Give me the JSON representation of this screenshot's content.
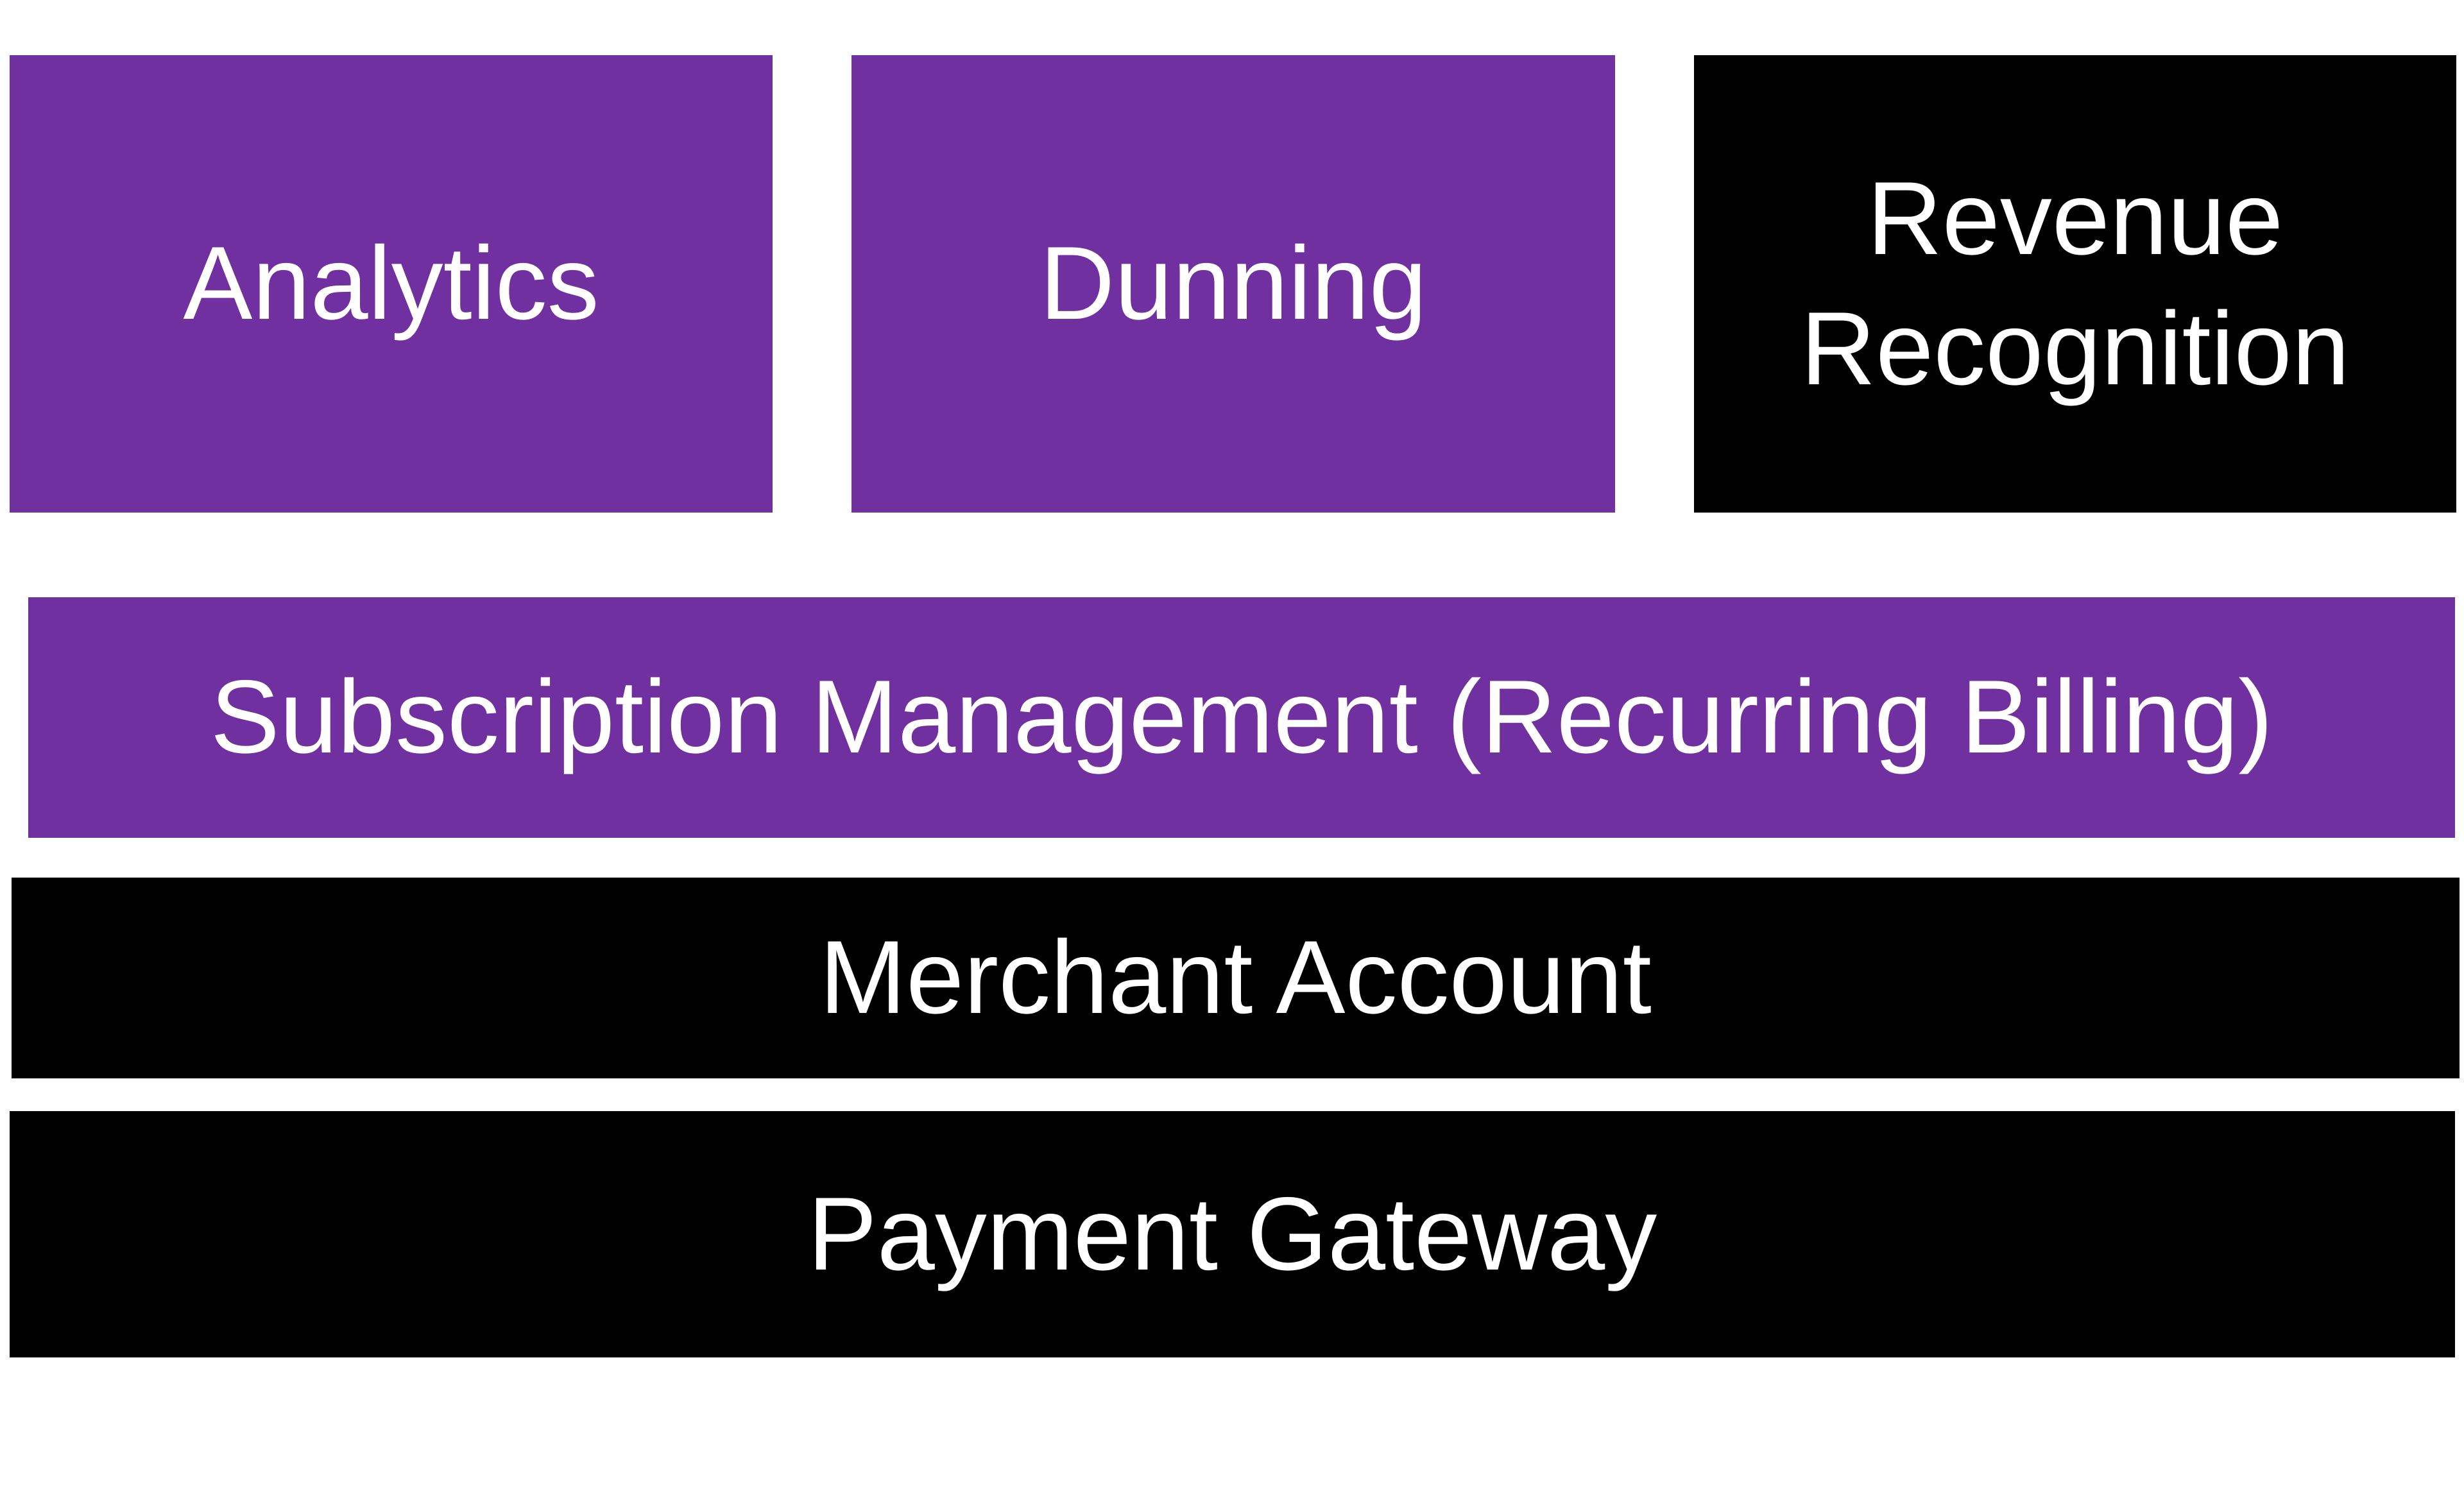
{
  "colors": {
    "purple": "#7030a0",
    "black": "#000000",
    "text": "#ffffff"
  },
  "top_row": {
    "analytics": "Analytics",
    "dunning": "Dunning",
    "revenue_recognition": "Revenue\nRecognition"
  },
  "layers": {
    "subscription_management": "Subscription Management (Recurring Billing)",
    "merchant_account": "Merchant Account",
    "payment_gateway": "Payment Gateway"
  }
}
